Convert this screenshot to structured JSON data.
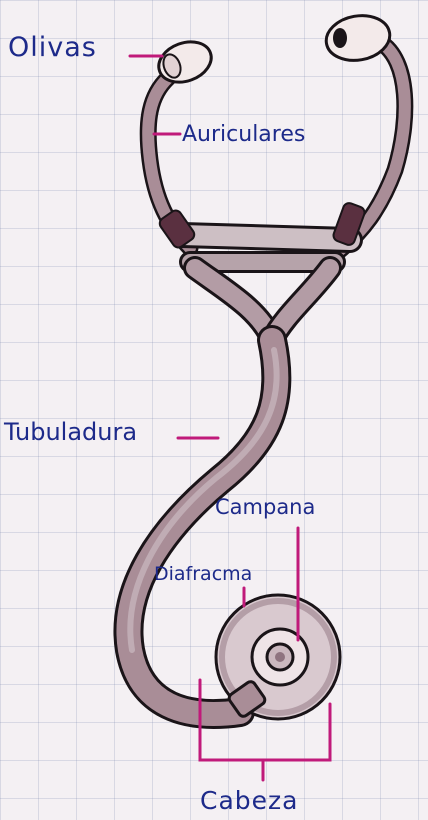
{
  "diagram": {
    "labels": {
      "olivas": "Olivas",
      "auriculares": "Auriculares",
      "tubuladura": "Tubuladura",
      "campana": "Campana",
      "diafracma": "Diafracma",
      "cabeza": "Cabeza"
    },
    "colors": {
      "paper": "#f4f0f3",
      "grid": "#8f97c0",
      "ink": "#1d2a8a",
      "leader": "#c01a7a",
      "tube_fill": "#a98d97",
      "tube_outline": "#1a1418",
      "olive_fill": "#f3eaea",
      "connector_fill": "#5a3040"
    }
  }
}
